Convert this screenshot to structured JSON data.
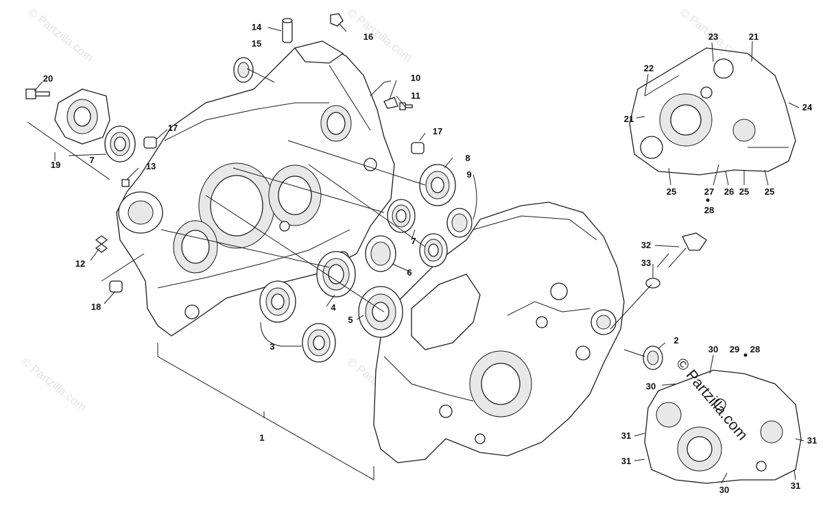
{
  "diagram": {
    "watermark_text": "© Partzilla.com",
    "watermark_strong": "© Partzilla.com",
    "callouts": {
      "c1": "1",
      "c2": "2",
      "c3": "3",
      "c4": "4",
      "c5": "5",
      "c6": "6",
      "c7a": "7",
      "c7b": "7",
      "c8": "8",
      "c9": "9",
      "c10": "10",
      "c11": "11",
      "c12": "12",
      "c13": "13",
      "c14": "14",
      "c15": "15",
      "c16": "16",
      "c17a": "17",
      "c17b": "17",
      "c18": "18",
      "c19": "19",
      "c20": "20",
      "c21a": "21",
      "c21b": "21",
      "c22": "22",
      "c23": "23",
      "c24": "24",
      "c25a": "25",
      "c25b": "25",
      "c25c": "25",
      "c26": "26",
      "c27": "27",
      "c28a": "28",
      "c28b": "28",
      "c29": "29",
      "c30a": "30",
      "c30b": "30",
      "c30c": "30",
      "c31a": "31",
      "c31b": "31",
      "c31c": "31",
      "c31d": "31",
      "c32": "32",
      "c33": "33"
    }
  }
}
